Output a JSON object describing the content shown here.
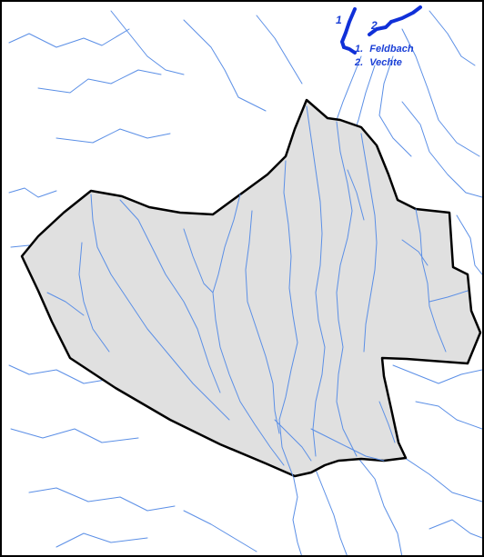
{
  "colors": {
    "background": "#ffffff",
    "frame": "#000000",
    "stream": "#5b8fe6",
    "major_river": "#1030d8",
    "catchment_fill": "#e0e0e0",
    "catchment_outline": "#000000",
    "label": "#1a3fd6"
  },
  "map": {
    "river_markers": [
      "1",
      "2"
    ],
    "legend": {
      "items": [
        {
          "number": "1.",
          "name": "Feldbach"
        },
        {
          "number": "2.",
          "name": "Vechte"
        }
      ]
    }
  }
}
